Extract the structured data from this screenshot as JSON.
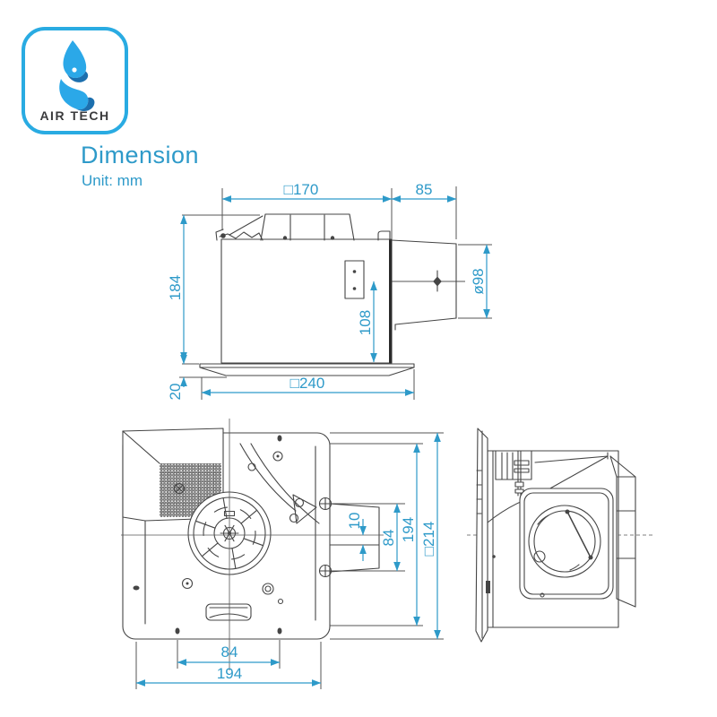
{
  "logo": {
    "brand": "AIR TECH",
    "border_color": "#29ABE2",
    "flame_primary": "#2BA8E8",
    "flame_secondary": "#1C6FAE"
  },
  "header": {
    "title": "Dimension",
    "unit": "Unit: mm",
    "accent_color": "#2E9AC9"
  },
  "views": {
    "top": {
      "labels": {
        "body_width": "□170",
        "duct_length": "85",
        "body_height": "184",
        "outlet_diameter": "ø98",
        "outlet_center_height": "108",
        "panel_width": "□240",
        "panel_thickness": "20"
      }
    },
    "bottom": {
      "labels": {
        "damper_gap": "10",
        "duct_height": "84",
        "body_length": "194",
        "panel_square": "□214",
        "hole_pitch": "84",
        "body_width": "194"
      }
    }
  },
  "colors": {
    "dimension_blue": "#2E9AC9",
    "drawing_line": "#454545",
    "logo_cyan": "#29ABE2"
  }
}
